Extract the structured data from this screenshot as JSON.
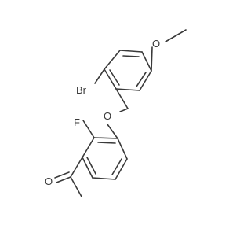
{
  "molecule": {
    "atoms": {
      "bromine": "Br",
      "ether_oxygen": "O",
      "methoxy_oxygen": "O",
      "fluorine": "F",
      "carbonyl_oxygen": "O"
    },
    "colors": {
      "bond": "#3a3a3a",
      "label": "#3a3a3a",
      "background": "#ffffff"
    }
  }
}
